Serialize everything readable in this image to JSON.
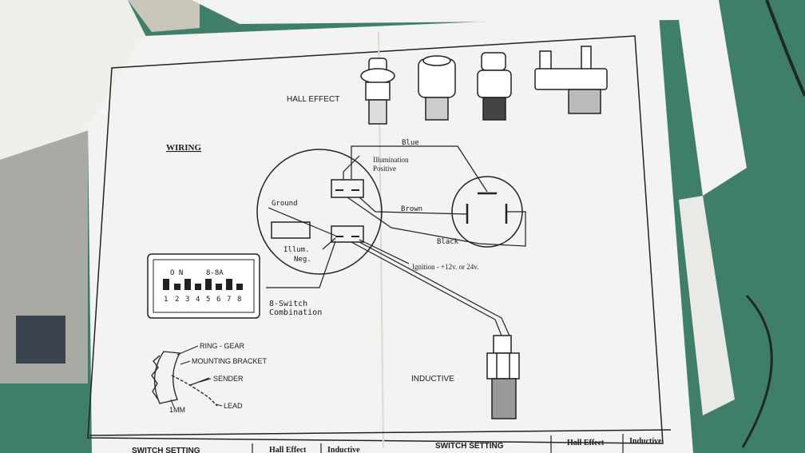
{
  "document": {
    "hall_effect_label": "HALL EFFECT",
    "wiring_heading": "WIRING",
    "illumination_positive": [
      "Illumination",
      "Positive"
    ],
    "wire_labels": {
      "blue": "Blue",
      "brown": "Brown",
      "black": "Black",
      "ground": "Ground",
      "illum_neg": [
        "Illum.",
        "Neg."
      ]
    },
    "ignition_label": "Ignition - +12v. or 24v.",
    "dip_switch": {
      "on_label": "O N",
      "model_label": "8-8A",
      "numbers": [
        "1",
        "2",
        "3",
        "4",
        "5",
        "6",
        "7",
        "8"
      ]
    },
    "switch_combination": [
      "8-Switch",
      "Combination"
    ],
    "sender_labels": {
      "ring_gear": "RING - GEAR",
      "mounting_bracket": "MOUNTING BRACKET",
      "sender": "SENDER",
      "lead": "LEAD",
      "gap": "1MM"
    },
    "inductive_label": "INDUCTIVE",
    "bottom_table": {
      "left_switch_setting": "SWITCH SETTING",
      "left_hall_effect": "Hall Effect",
      "left_inductive": "Inductive",
      "right_switch_setting": "SWITCH SETTING",
      "right_hall_effect": "Hall Effect",
      "right_inductive": "Inductive"
    }
  },
  "colors": {
    "background_desk": "#3f7f6a",
    "paper": "#f3f3f1",
    "ink": "#1a1a1a"
  }
}
